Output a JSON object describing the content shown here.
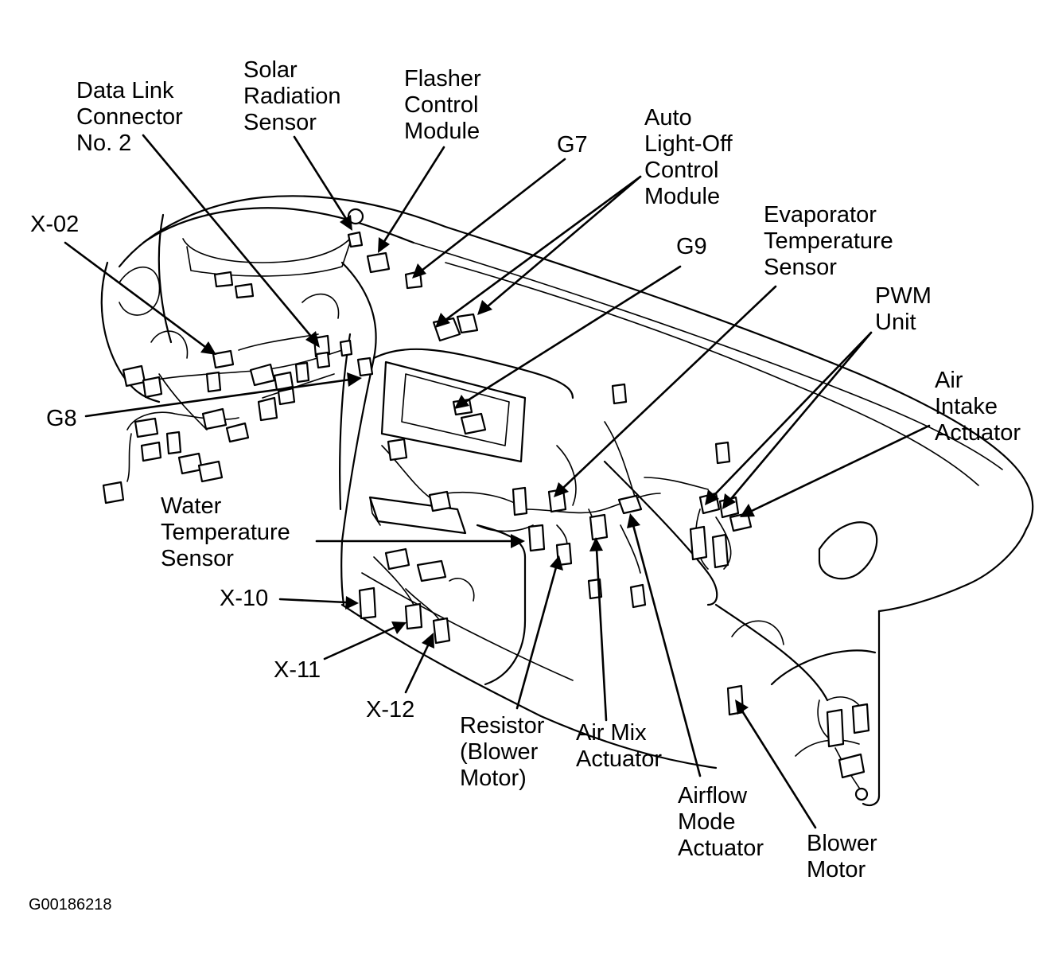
{
  "labels": {
    "data_link_connector": [
      "Data Link",
      "Connector",
      "No. 2"
    ],
    "solar_radiation_sensor": [
      "Solar",
      "Radiation",
      "Sensor"
    ],
    "flasher_control_module": [
      "Flasher",
      "Control",
      "Module"
    ],
    "g7": [
      "G7"
    ],
    "auto_light_off": [
      "Auto",
      "Light-Off",
      "Control",
      "Module"
    ],
    "x02": [
      "X-02"
    ],
    "evaporator_temp_sensor": [
      "Evaporator",
      "Temperature",
      "Sensor"
    ],
    "g9": [
      "G9"
    ],
    "pwm_unit": [
      "PWM",
      "Unit"
    ],
    "air_intake_actuator": [
      "Air",
      "Intake",
      "Actuator"
    ],
    "g8": [
      "G8"
    ],
    "water_temp_sensor": [
      "Water",
      "Temperature",
      "Sensor"
    ],
    "x10": [
      "X-10"
    ],
    "x11": [
      "X-11"
    ],
    "x12": [
      "X-12"
    ],
    "resistor": [
      "Resistor",
      "(Blower",
      "Motor)"
    ],
    "air_mix_actuator": [
      "Air Mix",
      "Actuator"
    ],
    "airflow_mode_actuator": [
      "Airflow",
      "Mode",
      "Actuator"
    ],
    "blower_motor": [
      "Blower",
      "Motor"
    ]
  },
  "figure_code": "G00186218"
}
